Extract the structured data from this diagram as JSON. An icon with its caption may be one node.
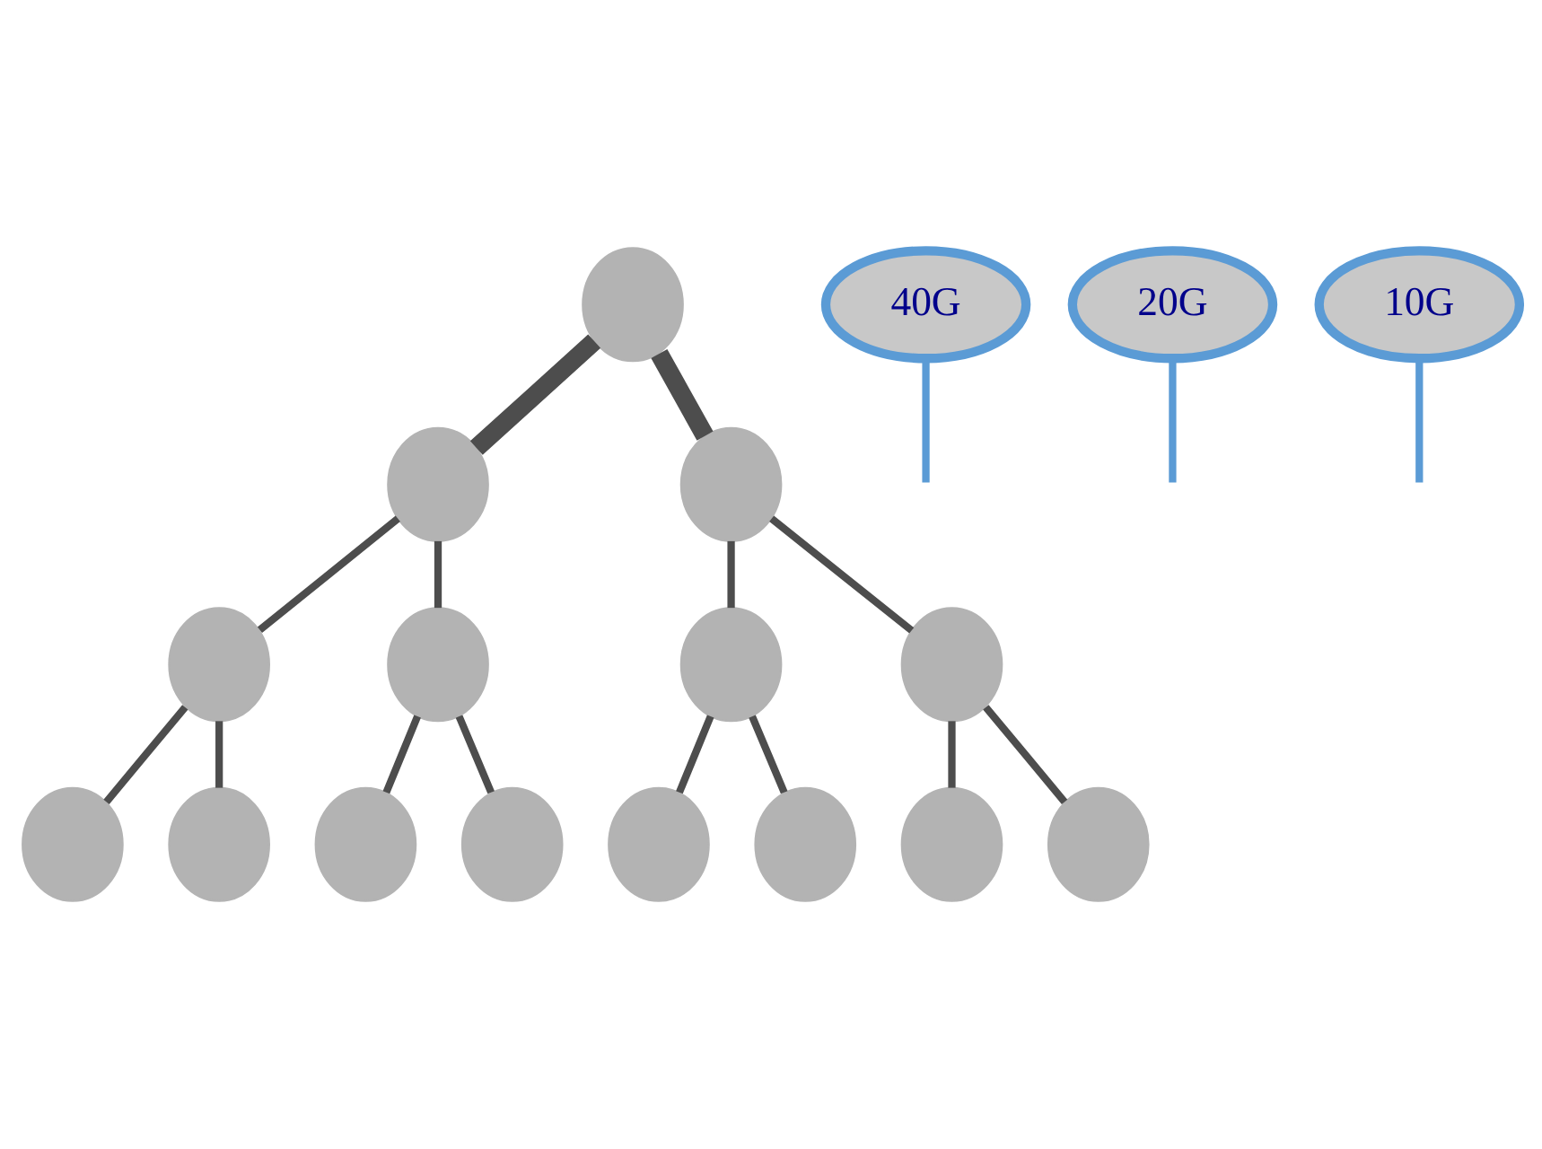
{
  "diagram": {
    "nodes": [
      {
        "text": [],
        "shape": "circle"
      },
      {
        "text": [],
        "shape": "circle"
      },
      {
        "text": [],
        "shape": "circle"
      },
      {
        "text": [],
        "shape": "circle"
      },
      {
        "text": [],
        "shape": "circle"
      },
      {
        "text": [],
        "shape": "circle"
      },
      {
        "text": [],
        "shape": "circle"
      },
      {
        "text": [],
        "shape": "circle"
      },
      {
        "text": [],
        "shape": "circle"
      },
      {
        "text": [],
        "shape": "circle"
      },
      {
        "text": [],
        "shape": "circle"
      },
      {
        "text": [],
        "shape": "circle"
      },
      {
        "text": [],
        "shape": "circle"
      },
      {
        "text": [],
        "shape": "circle"
      },
      {
        "text": [],
        "shape": "circle"
      },
      {
        "text": [
          "40G"
        ]
      },
      {
        "text": [
          "20G"
        ]
      },
      {
        "text": [
          "10G"
        ]
      }
    ],
    "edges": [
      {
        "from": 0,
        "to": 1,
        "arrow": "none",
        "style": "thick"
      },
      {
        "from": 0,
        "to": 2,
        "arrow": "none",
        "style": "thick"
      },
      {
        "from": 1,
        "to": 3,
        "arrow": "none"
      },
      {
        "from": 1,
        "to": 4,
        "arrow": "none"
      },
      {
        "from": 2,
        "to": 5,
        "arrow": "none"
      },
      {
        "from": 2,
        "to": 6,
        "arrow": "none"
      },
      {
        "from": 3,
        "to": 7,
        "arrow": "none"
      },
      {
        "from": 3,
        "to": 8,
        "arrow": "none"
      },
      {
        "from": 4,
        "to": 9,
        "arrow": "none"
      },
      {
        "from": 4,
        "to": 10,
        "arrow": "none"
      },
      {
        "from": 5,
        "to": 11,
        "arrow": "none"
      },
      {
        "from": 5,
        "to": 12,
        "arrow": "none"
      },
      {
        "from": 6,
        "to": 13,
        "arrow": "none"
      },
      {
        "from": 6,
        "to": 14,
        "arrow": "none"
      },
      {
        "from": 15,
        "to": null,
        "arrow": "none",
        "color": "#5b9bd5"
      },
      {
        "from": 16,
        "to": null,
        "arrow": "none",
        "color": "#5b9bd5"
      },
      {
        "from": 17,
        "to": null,
        "arrow": "none",
        "color": "#5b9bd5"
      }
    ]
  }
}
